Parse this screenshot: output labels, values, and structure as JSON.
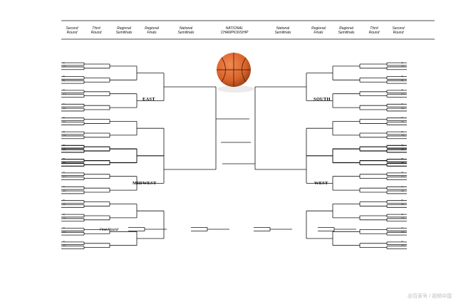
{
  "header": {
    "left": [
      {
        "key": "second_round_l",
        "text": "Second\nRound"
      },
      {
        "key": "third_round_l",
        "text": "Third\nRound"
      },
      {
        "key": "regional_semis_l",
        "text": "Regional\nSemifinals"
      },
      {
        "key": "regional_finals_l",
        "text": "Regional\nFinals"
      },
      {
        "key": "national_semis_l",
        "text": "National\nSemifinals"
      }
    ],
    "center": "NATIONAL\nCHAMPIONSHIP",
    "right": [
      {
        "key": "national_semis_r",
        "text": "National\nSemifinals"
      },
      {
        "key": "regional_finals_r",
        "text": "Regional\nFinals"
      },
      {
        "key": "regional_semis_r",
        "text": "Regional\nSemifinals"
      },
      {
        "key": "third_round_r",
        "text": "Third\nRound"
      },
      {
        "key": "second_round_r",
        "text": "Second\nRound"
      }
    ]
  },
  "regions": {
    "top_left": "EAST",
    "bottom_left": "MIDWEST",
    "top_right": "SOUTH",
    "bottom_right": "WEST"
  },
  "seeds": [
    "(1)",
    "(16)",
    "(8)",
    "(9)",
    "(5)",
    "(12)",
    "(4)",
    "(13)",
    "(6)",
    "(11)",
    "(3)",
    "(14)",
    "(7)",
    "(10)",
    "(2)",
    "(15)"
  ],
  "first_round_label": "First Round",
  "watermark": "@百家号 / 视频中国",
  "colors": {
    "line": "#111111",
    "ball": "#d9632a",
    "ball_dark": "#9c3d12"
  },
  "icons": {
    "ball": "basketball-icon"
  }
}
